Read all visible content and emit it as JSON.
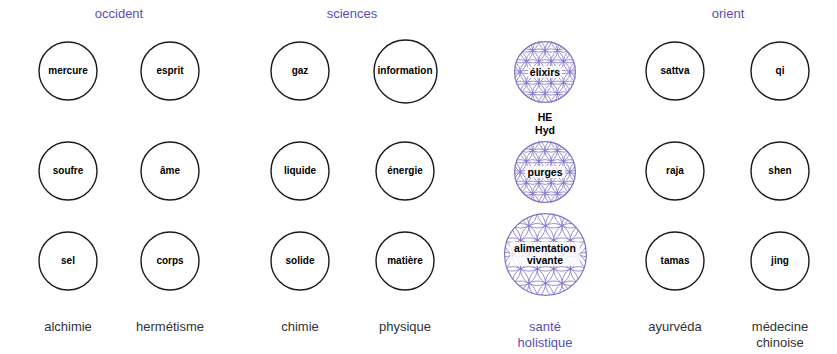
{
  "diagram": {
    "nodes": [
      {
        "text": [
          "mercure"
        ]
      },
      {
        "text": [
          "soufre"
        ]
      },
      {
        "text": [
          "sel"
        ]
      },
      {
        "text": [
          "esprit"
        ]
      },
      {
        "text": [
          "âme"
        ]
      },
      {
        "text": [
          "corps"
        ]
      },
      {
        "text": [
          "gaz"
        ]
      },
      {
        "text": [
          "liquide"
        ]
      },
      {
        "text": [
          "solide"
        ]
      },
      {
        "text": [
          "information"
        ]
      },
      {
        "text": [
          "énergie"
        ]
      },
      {
        "text": [
          "matière"
        ]
      },
      {
        "text": [
          "élixirs"
        ]
      },
      {
        "text": [
          "purges"
        ]
      },
      {
        "text": [
          "alimentation vivante"
        ]
      },
      {
        "text": [
          "sattva"
        ]
      },
      {
        "text": [
          "raja"
        ]
      },
      {
        "text": [
          "tamas"
        ]
      },
      {
        "text": [
          "qi"
        ]
      },
      {
        "text": [
          "shen"
        ]
      },
      {
        "text": [
          "jing"
        ]
      }
    ],
    "labels": [
      "occident",
      "sciences",
      "orient",
      "HE",
      "Hyd",
      "alchimie",
      "hermétisme",
      "chimie",
      "physique",
      "santé holistique",
      "ayurvéda",
      "médecine chinoise"
    ]
  }
}
